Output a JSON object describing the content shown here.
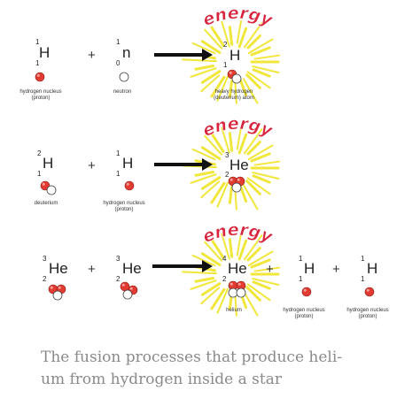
{
  "colors": {
    "burst": "#f1e63a",
    "energy_text": "#d8243c",
    "proton": "#e23b32",
    "neutron": "#ffffff",
    "arrow": "#111111",
    "caption": "#8a8a8a"
  },
  "energy_word": "energy",
  "plus_sign": "+",
  "row1": {
    "a": {
      "mass": "1",
      "symbol": "H",
      "charge": "1",
      "label": "hydrogen nucleus (proton)"
    },
    "b": {
      "mass": "1",
      "symbol": "n",
      "charge": "0",
      "label": "neutron"
    },
    "product": {
      "mass": "2",
      "symbol": "H",
      "charge": "1",
      "label": "heavy hydrogen (deuterium) atom"
    }
  },
  "row2": {
    "a": {
      "mass": "2",
      "symbol": "H",
      "charge": "1",
      "label": "deuterium"
    },
    "b": {
      "mass": "1",
      "symbol": "H",
      "charge": "1",
      "label": "hydrogen nucleus (proton)"
    },
    "product": {
      "mass": "3",
      "symbol": "He",
      "charge": "2"
    }
  },
  "row3": {
    "a": {
      "mass": "3",
      "symbol": "He",
      "charge": "2"
    },
    "b": {
      "mass": "3",
      "symbol": "He",
      "charge": "2"
    },
    "product": {
      "mass": "4",
      "symbol": "He",
      "charge": "2",
      "label": "helium"
    },
    "c": {
      "mass": "1",
      "symbol": "H",
      "charge": "1",
      "label": "hydrogen nucleus (proton)"
    },
    "d": {
      "mass": "1",
      "symbol": "H",
      "charge": "1",
      "label": "hydrogen nucleus (proton)"
    }
  },
  "caption": {
    "line1": "The fusion processes that produce heli-",
    "line2": "um from hydrogen inside a star"
  }
}
